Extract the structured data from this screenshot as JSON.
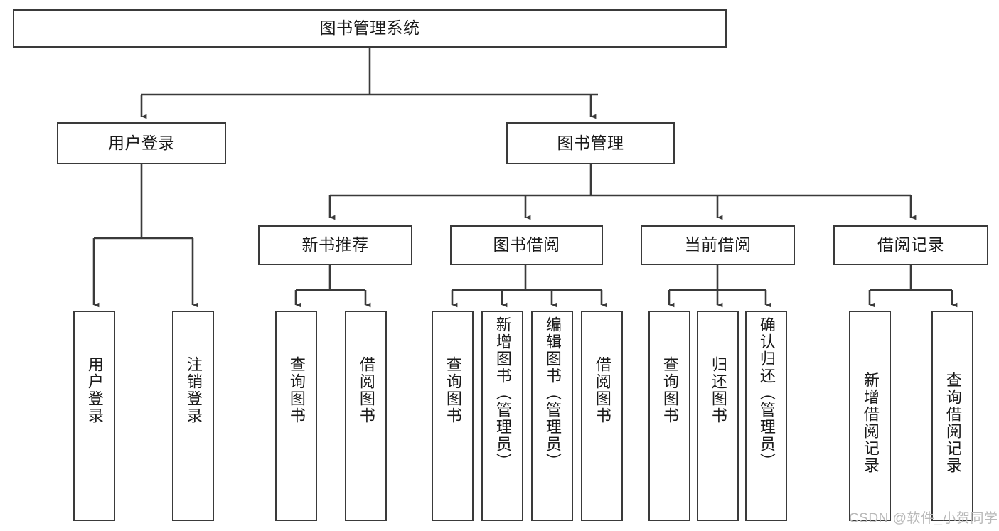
{
  "diagram": {
    "title": "图书管理系统",
    "type": "tree-hierarchy-diagram",
    "colors": {
      "node_border": "#3a3a3a",
      "node_fill": "#ffffff",
      "connector": "#3a3a3a",
      "text": "#1a1a1a",
      "watermark": "#b9b9b9",
      "background": "#ffffff"
    },
    "root": {
      "label": "图书管理系统"
    },
    "level2": [
      {
        "label": "用户登录"
      },
      {
        "label": "图书管理"
      }
    ],
    "level3": [
      {
        "label": "新书推荐"
      },
      {
        "label": "图书借阅"
      },
      {
        "label": "当前借阅"
      },
      {
        "label": "借阅记录"
      }
    ],
    "leaves_user_login": [
      {
        "label": "用户登录"
      },
      {
        "label": "注销登录"
      }
    ],
    "leaves_new_books": [
      {
        "label": "查询图书"
      },
      {
        "label": "借阅图书"
      }
    ],
    "leaves_borrow": [
      {
        "label": "查询图书"
      },
      {
        "label": "新增图书（管理员）"
      },
      {
        "label": "编辑图书（管理员）"
      },
      {
        "label": "借阅图书"
      }
    ],
    "leaves_current": [
      {
        "label": "查询图书"
      },
      {
        "label": "归还图书"
      },
      {
        "label": "确认归还（管理员）"
      }
    ],
    "leaves_records": [
      {
        "label": "新增借阅记录"
      },
      {
        "label": "查询借阅记录"
      }
    ],
    "watermark": "CSDN @软件_小贺同学"
  }
}
